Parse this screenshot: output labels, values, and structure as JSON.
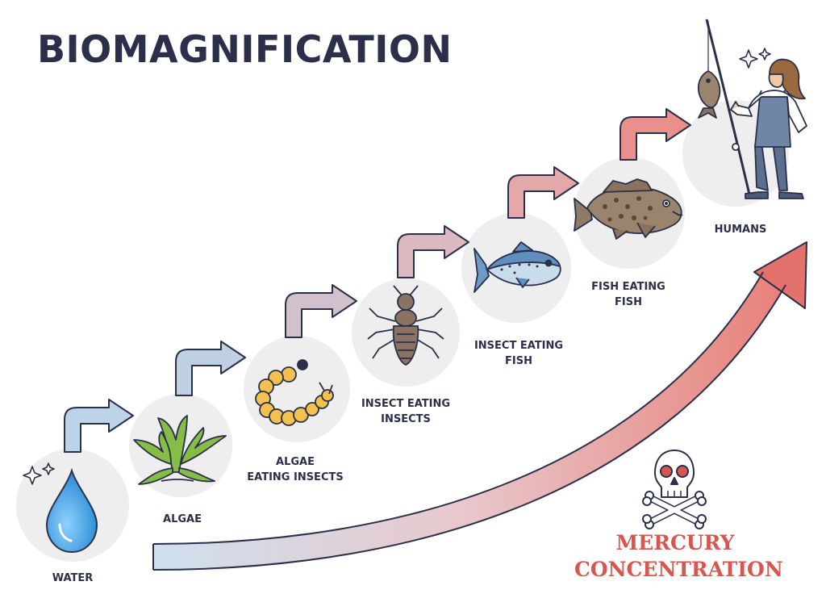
{
  "title": "BIOMAGNIFICATION",
  "stages": [
    {
      "id": "water",
      "label": "WATER",
      "icon": "water-drop-icon"
    },
    {
      "id": "algae",
      "label": "ALGAE",
      "icon": "algae-plant-icon"
    },
    {
      "id": "algae-eating-insects",
      "label": "ALGAE\nEATING INSECTS",
      "icon": "larva-icon"
    },
    {
      "id": "insect-eating-insects",
      "label": "INSECT EATING\nINSECTS",
      "icon": "beetle-icon"
    },
    {
      "id": "insect-eating-fish",
      "label": "INSECT EATING\nFISH",
      "icon": "small-fish-icon"
    },
    {
      "id": "fish-eating-fish",
      "label": "FISH EATING\nFISH",
      "icon": "grouper-fish-icon"
    },
    {
      "id": "humans",
      "label": "HUMANS",
      "icon": "fisherman-icon"
    }
  ],
  "mercury_label": "MERCURY\nCONCENTRATION",
  "icons": [
    "sparkle-icon",
    "skull-crossbones-icon",
    "step-arrow-icon",
    "concentration-arrow-icon"
  ],
  "colors": {
    "title": "#2b2f4a",
    "accent": "#d9554f",
    "arrow_start": "#b9d1e6",
    "arrow_end": "#e0756e",
    "circle": "#ededed",
    "water": "#3a9be0",
    "plant": "#7db342",
    "larva": "#f2c14e",
    "fish": "#8a7360"
  }
}
